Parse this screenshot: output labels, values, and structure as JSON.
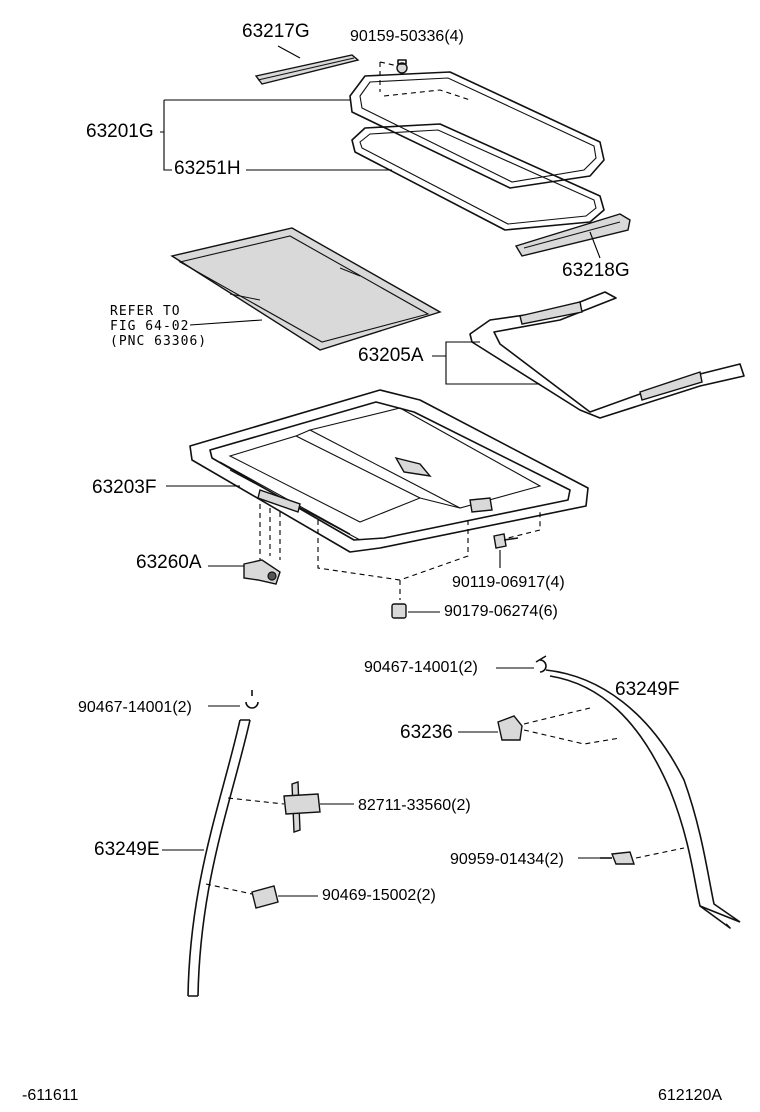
{
  "labels": {
    "p63217G": "63217G",
    "p90159": "90159-50336(4)",
    "p63201G": "63201G",
    "p63251H": "63251H",
    "p63218G": "63218G",
    "refer1": "REFER TO",
    "refer2": "FIG 64-02",
    "refer3": "(PNC 63306)",
    "p63205A": "63205A",
    "p63203F": "63203F",
    "p63260A": "63260A",
    "p90119": "90119-06917(4)",
    "p90179": "90179-06274(6)",
    "p90467a": "90467-14001(2)",
    "p63249F": "63249F",
    "p63236": "63236",
    "p90467b": "90467-14001(2)",
    "p82711": "82711-33560(2)",
    "p63249E": "63249E",
    "p90959": "90959-01434(2)",
    "p90469": "90469-15002(2)",
    "footer_left": "-611611",
    "footer_right": "612120A"
  },
  "icons": [
    "bolt-icon",
    "clip-icon",
    "nut-icon",
    "motor-icon",
    "hose-icon"
  ]
}
